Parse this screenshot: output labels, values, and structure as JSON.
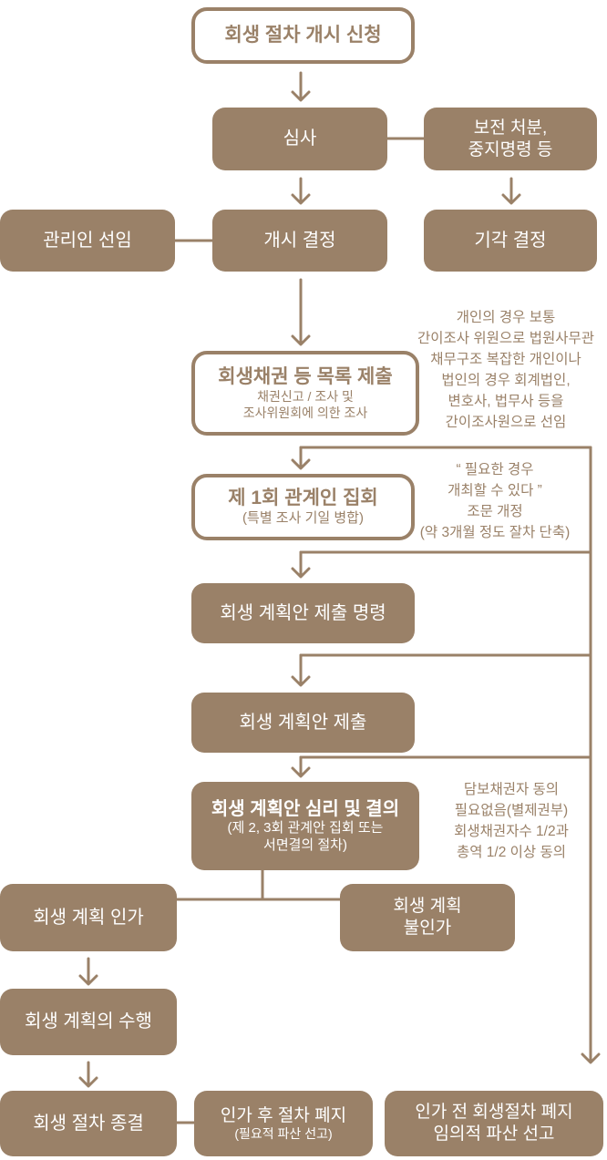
{
  "colors": {
    "brown": "#9a8168",
    "filled_box_text": "#ffffff",
    "background": "#ffffff"
  },
  "flowchart": {
    "boxes": {
      "application": {
        "title": "회생 절차 개시 신청"
      },
      "screening": {
        "title": "심사"
      },
      "preservation": {
        "line1": "보전 처분,",
        "line2": "중지명령 등"
      },
      "custodian_appointment": {
        "title": "관리인 선임"
      },
      "commencement_decision": {
        "title": "개시 결정"
      },
      "dismissal_decision": {
        "title": "기각 결정"
      },
      "claims_list": {
        "title": "회생채권 등 목록 제출",
        "sub1": "채권신고 / 조사 및",
        "sub2": "조사위원회에 의한 조사"
      },
      "first_meeting": {
        "title": "제 1회 관계인 집회",
        "sub": "(특별 조사 기일 병합)"
      },
      "plan_submission_order": {
        "title": "회생 계획안 제출 명령"
      },
      "plan_submission": {
        "title": "회생 계획안 제출"
      },
      "plan_deliberation": {
        "title": "회생 계획안 심리 및 결의",
        "sub1": "(제 2, 3회 관계안 집회 또는",
        "sub2": "서면결의 절차)"
      },
      "plan_approval": {
        "title": "회생 계획 인가"
      },
      "plan_disapproval": {
        "line1": "회생 계획",
        "line2": "불인가"
      },
      "plan_execution": {
        "title": "회생 계획의 수행"
      },
      "procedure_closure": {
        "title": "회생 절차 종결"
      },
      "post_approval_abolition": {
        "title": "인가 후 절차 폐지",
        "sub": "(필요적 파산 선고)"
      },
      "pre_approval_abolition": {
        "line1": "인가 전 회생절차 폐지",
        "line2": "임의적 파산 선고"
      }
    },
    "annotations": {
      "examiner_note": {
        "lines": [
          "개인의 경우 보통",
          "간이조사 위원으로 법원사무관",
          "채무구조 복잡한 개인이나",
          "법인의 경우 회계법인,",
          "변호사, 법무사 등을",
          "간이조사원으로 선임"
        ]
      },
      "amendment_note": {
        "lines": [
          "“ 필요한 경우",
          "개최할 수 있다 ”",
          "조문 개정",
          "(약 3개월 정도 잘차 단축)"
        ]
      },
      "consent_note": {
        "lines": [
          "담보채권자 동의",
          "필요없음(별제권부)",
          "회생채권자수 1/2과",
          "총역 1/2 이상 동의"
        ]
      }
    }
  }
}
